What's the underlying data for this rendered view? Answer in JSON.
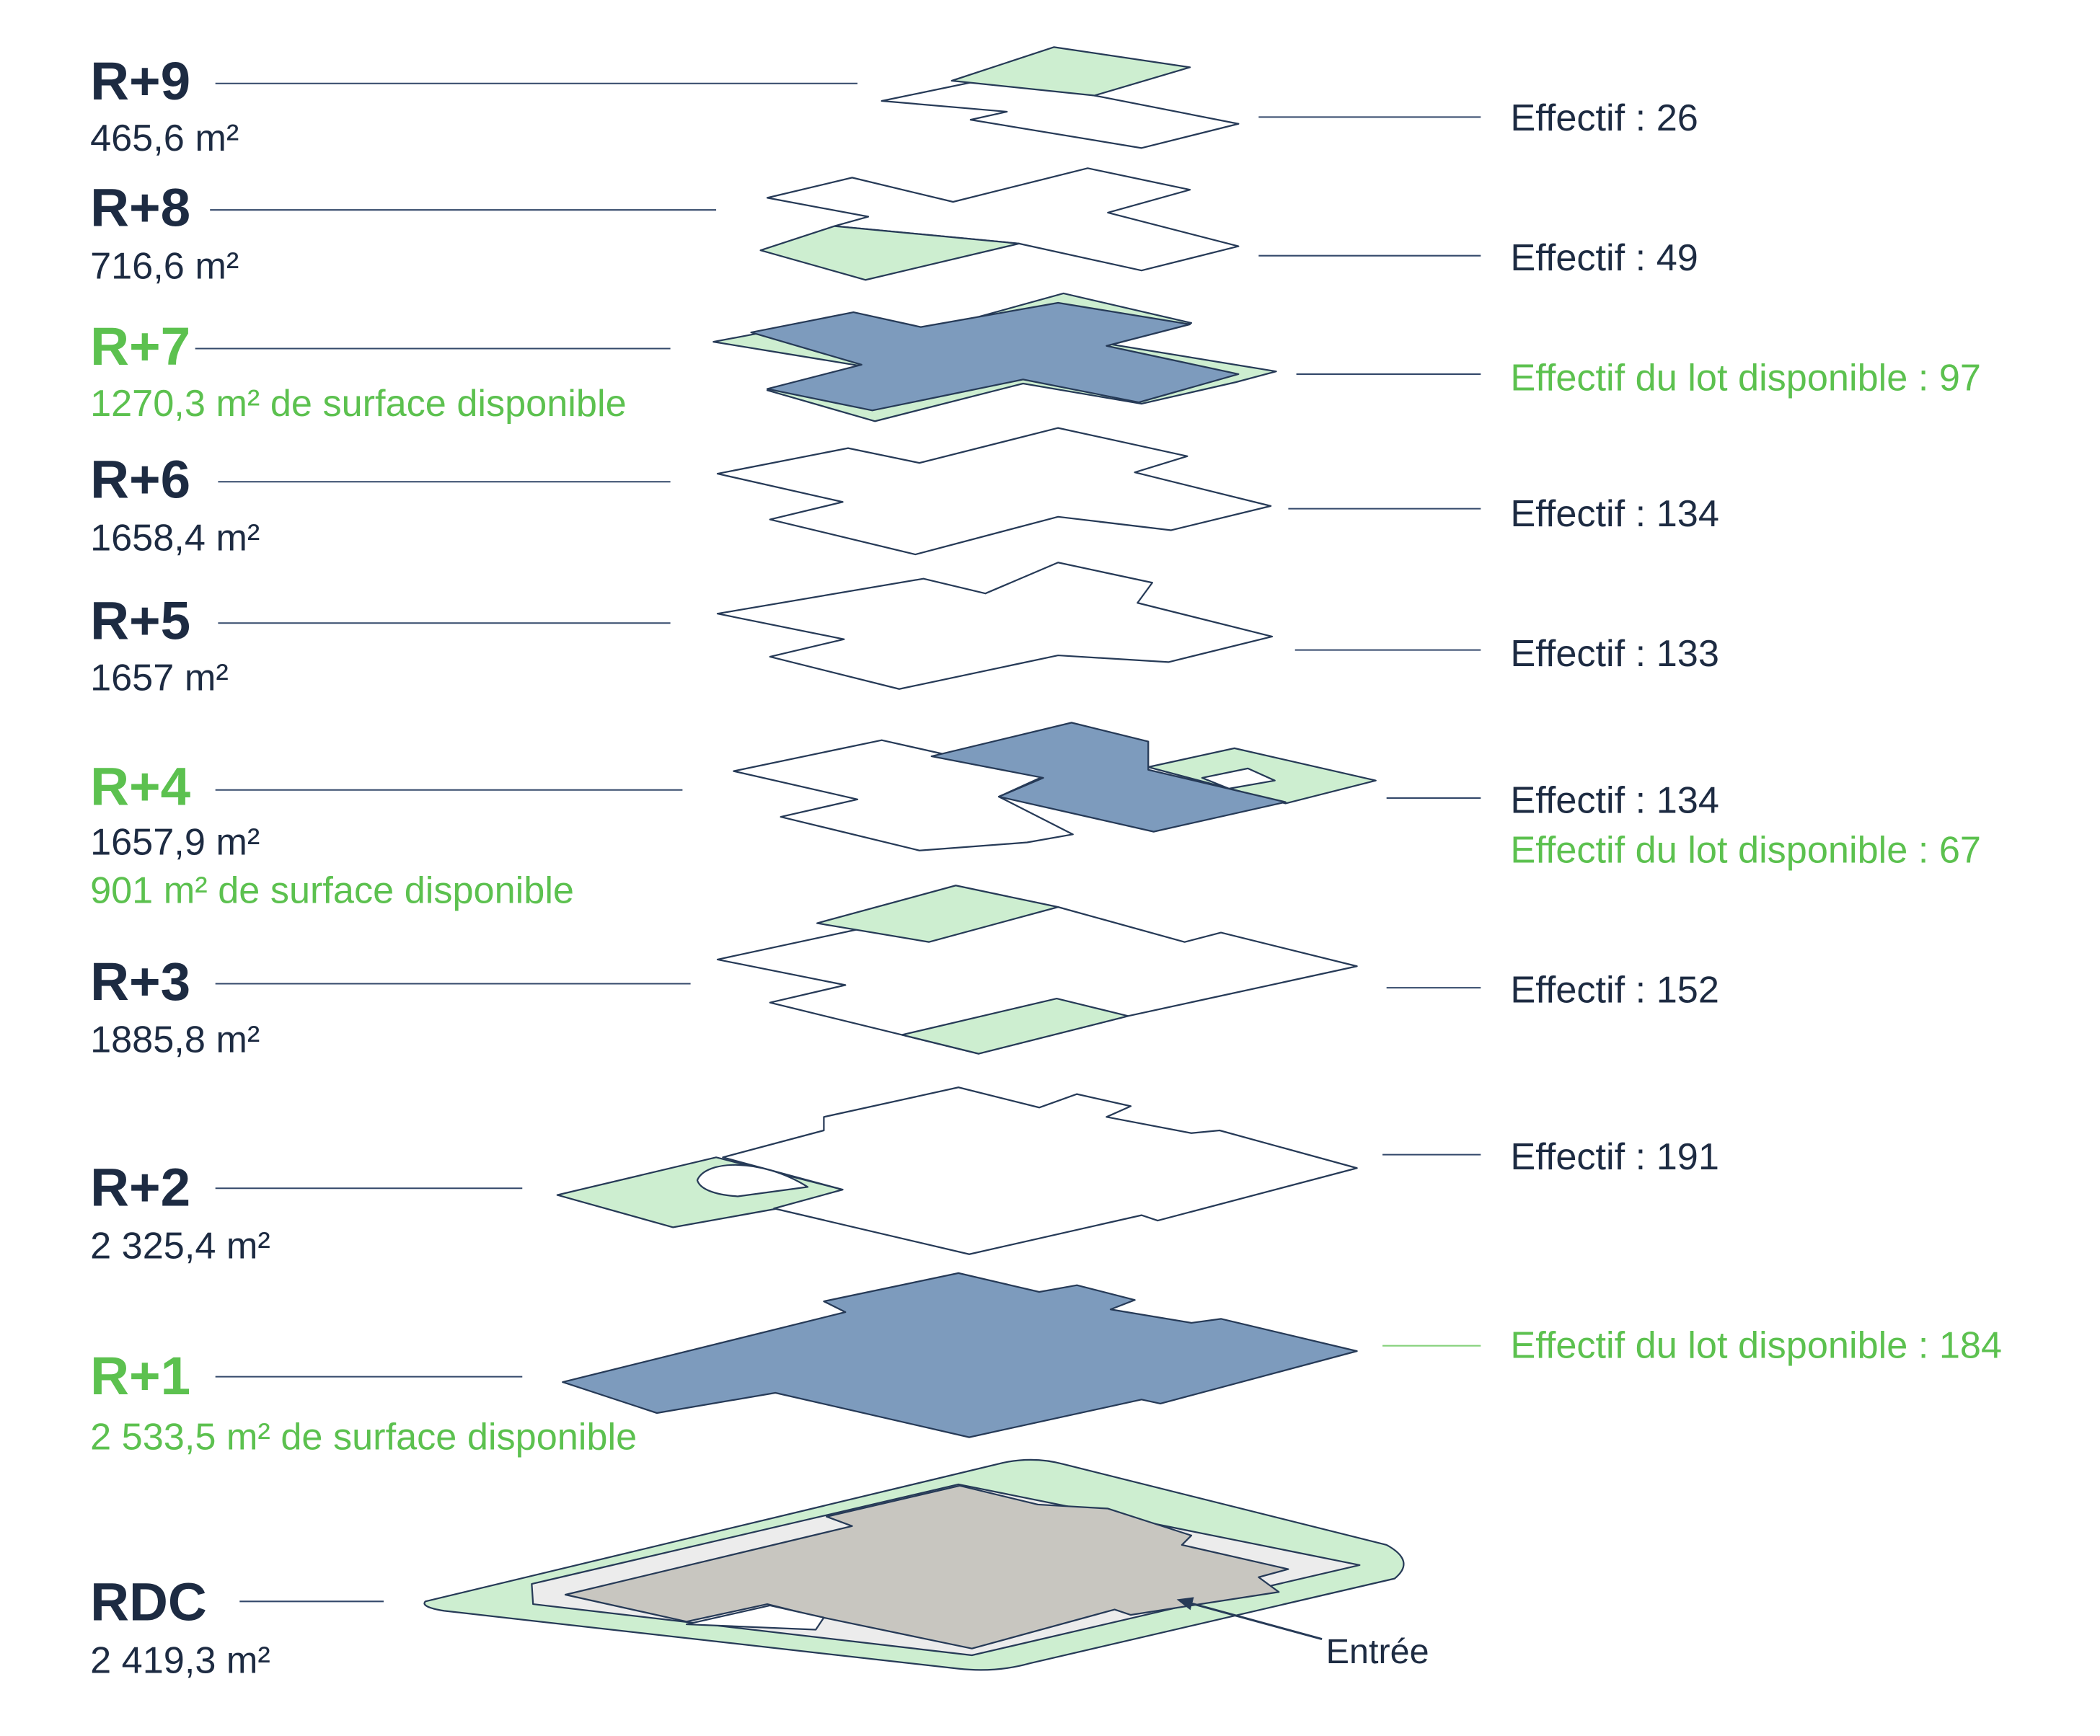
{
  "floors": [
    {
      "level": "R+9",
      "area": "465,6 m²",
      "effectif": "Effectif : 26"
    },
    {
      "level": "R+8",
      "area": "716,6 m²",
      "effectif": "Effectif : 49"
    },
    {
      "level": "R+7",
      "available_area": "1270,3 m² de surface disponible",
      "available_effectif": "Effectif du lot disponible : 97"
    },
    {
      "level": "R+6",
      "area": "1658,4 m²",
      "effectif": "Effectif : 134"
    },
    {
      "level": "R+5",
      "area": "1657 m²",
      "effectif": "Effectif : 133"
    },
    {
      "level": "R+4",
      "area": "1657,9 m²",
      "available_area": "901 m² de surface disponible",
      "effectif": "Effectif : 134",
      "available_effectif": "Effectif du lot disponible : 67"
    },
    {
      "level": "R+3",
      "area": "1885,8 m²",
      "effectif": "Effectif : 152"
    },
    {
      "level": "R+2",
      "area": "2 325,4 m²",
      "effectif": "Effectif : 191"
    },
    {
      "level": "R+1",
      "available_area": "2 533,5 m² de surface disponible",
      "available_effectif": "Effectif du lot disponible : 184"
    },
    {
      "level": "RDC",
      "area": "2 419,3 m²"
    }
  ],
  "entrance_label": "Entrée",
  "colors": {
    "text": "#1d2b42",
    "available": "#5cc14f",
    "line": "#33486a",
    "plate-stroke": "#263a57",
    "plate-white": "#ffffff",
    "plate-green": "#cdeed0",
    "plate-blue": "#7d9bbd",
    "ground": "#c8c6c0",
    "ground-path": "#ececec"
  }
}
